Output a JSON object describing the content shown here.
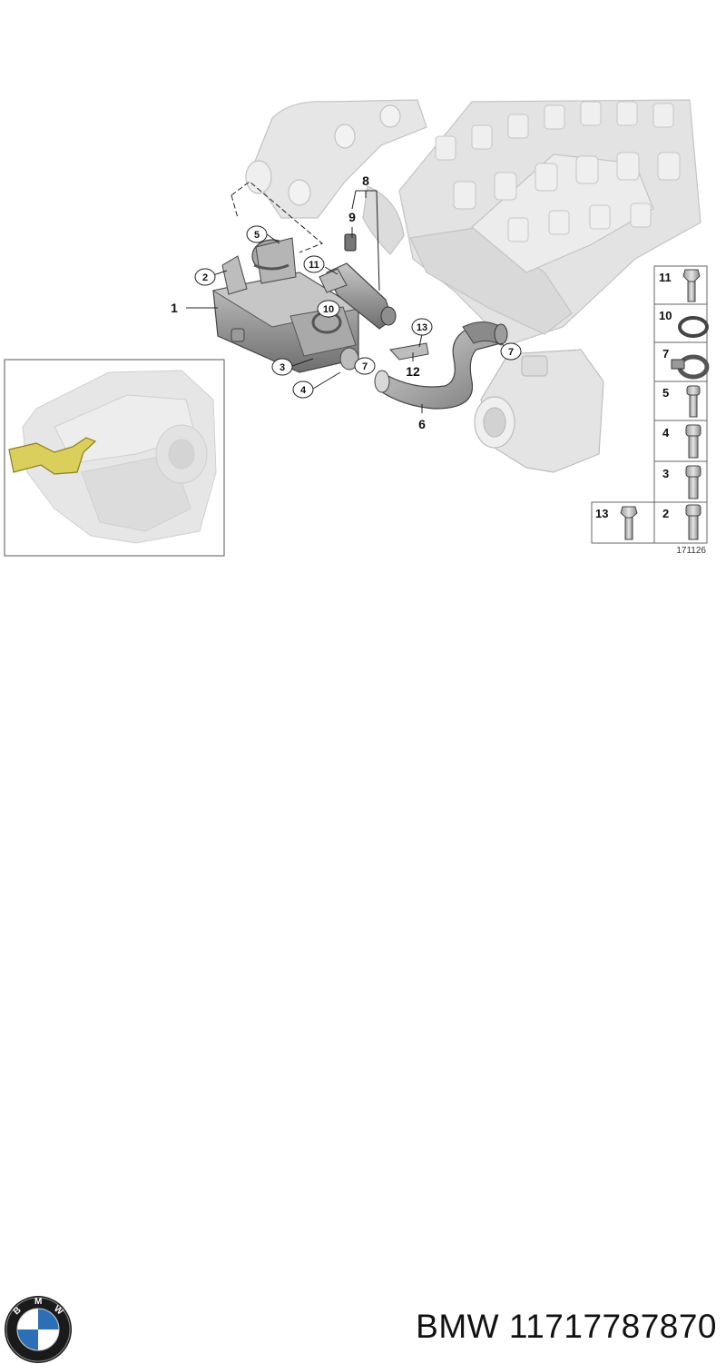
{
  "diagram": {
    "reference_number": "171126",
    "callouts": {
      "c1": "1",
      "c2": "2",
      "c3": "3",
      "c4": "4",
      "c5": "5",
      "c6": "6",
      "c7a": "7",
      "c7b": "7",
      "c8": "8",
      "c9": "9",
      "c10": "10",
      "c11": "11",
      "c12": "12",
      "c13": "13"
    },
    "legend": [
      {
        "num": "11",
        "icon": "bolt-icon"
      },
      {
        "num": "10",
        "icon": "o-ring-icon"
      },
      {
        "num": "7",
        "icon": "hose-clamp-icon"
      },
      {
        "num": "5",
        "icon": "socket-screw-icon"
      },
      {
        "num": "4",
        "icon": "socket-screw-icon"
      },
      {
        "num": "3",
        "icon": "socket-screw-icon"
      },
      {
        "num": "2",
        "icon": "socket-screw-icon"
      },
      {
        "num": "13",
        "icon": "bolt-icon"
      }
    ]
  },
  "footer": {
    "brand": "BMW",
    "part_number": "11717787870",
    "logo_letters": "BMW"
  },
  "colors": {
    "engine_gray": "#d6d6d6",
    "part_gray": "#8c8c8c",
    "highlight_yellow": "#d9cf5a",
    "logo_blue": "#2d6fb6"
  }
}
